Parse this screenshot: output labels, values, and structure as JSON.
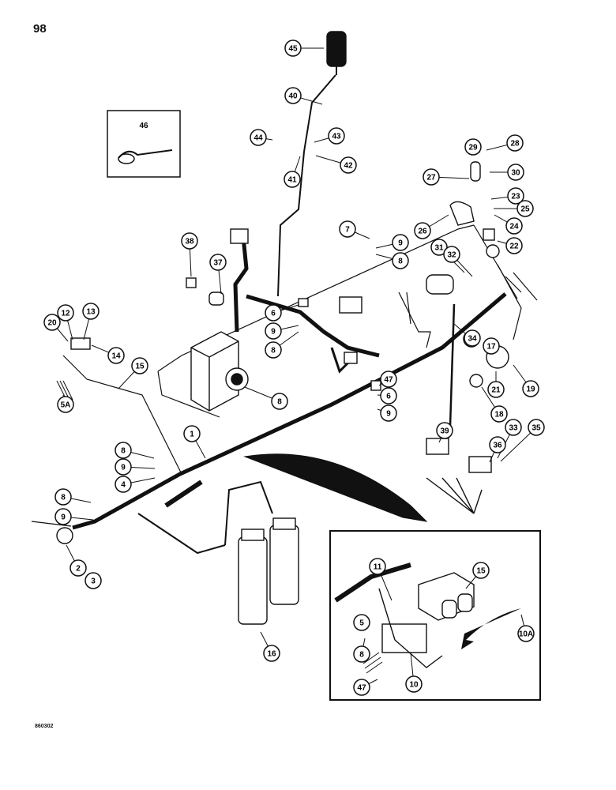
{
  "page_number": "98",
  "figure_code": "860302",
  "kit_label": "46",
  "callouts": [
    "45",
    "40",
    "44",
    "43",
    "41",
    "42",
    "29",
    "28",
    "27",
    "30",
    "23",
    "25",
    "24",
    "22",
    "26",
    "7",
    "9",
    "8",
    "31",
    "32",
    "38",
    "37",
    "6",
    "9",
    "8",
    "1",
    "17",
    "19",
    "21",
    "18",
    "20",
    "12",
    "13",
    "14",
    "15",
    "5A",
    "47",
    "6",
    "9",
    "8",
    "39",
    "33",
    "35",
    "36",
    "34",
    "1",
    "8",
    "9",
    "4",
    "8",
    "9",
    "2",
    "3",
    "16",
    "11",
    "15",
    "5",
    "8",
    "10A",
    "47",
    "10"
  ]
}
